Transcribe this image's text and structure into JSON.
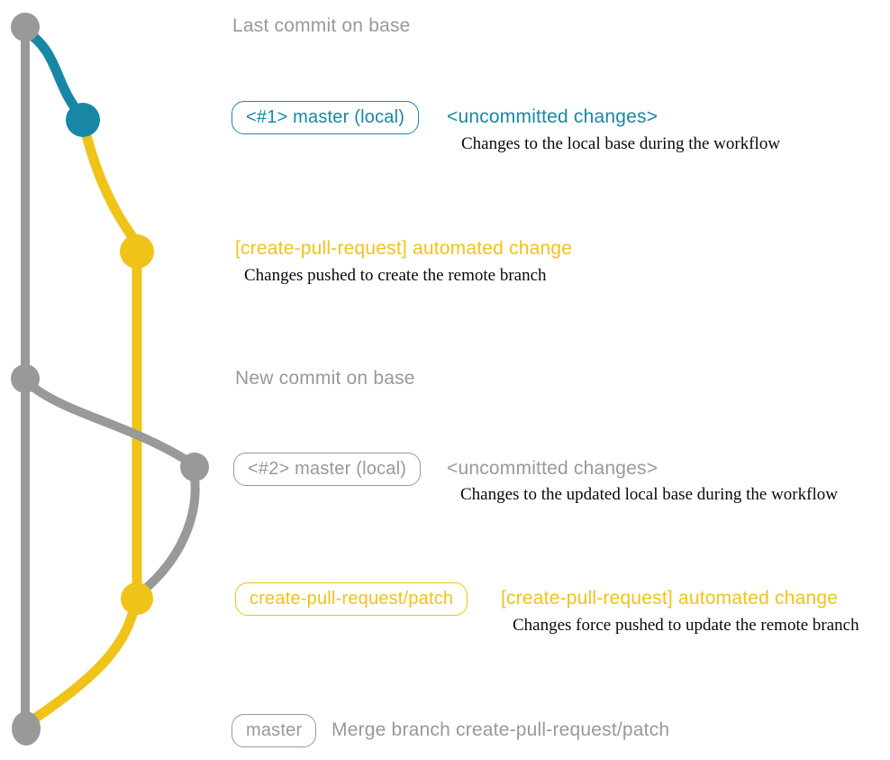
{
  "colors": {
    "gray": "#999999",
    "teal": "#1887a6",
    "yellow": "#f0c319",
    "ink": "#0a0a0a"
  },
  "rows": {
    "last_commit": {
      "label": "Last commit on base"
    },
    "master1": {
      "badge": "<#1> master (local)",
      "heading": "<uncommitted changes>",
      "sub": "Changes to the local base during the workflow"
    },
    "push1": {
      "heading": "[create-pull-request] automated change",
      "sub": "Changes pushed to create the remote branch"
    },
    "new_commit": {
      "label": "New commit on base"
    },
    "master2": {
      "badge": "<#2> master (local)",
      "heading": "<uncommitted changes>",
      "sub": "Changes to the updated local base during the workflow"
    },
    "push2": {
      "badge": "create-pull-request/patch",
      "heading": "[create-pull-request] automated change",
      "sub": "Changes force pushed to update the remote branch"
    },
    "merge": {
      "badge": "master",
      "heading": "Merge branch create-pull-request/patch"
    }
  }
}
